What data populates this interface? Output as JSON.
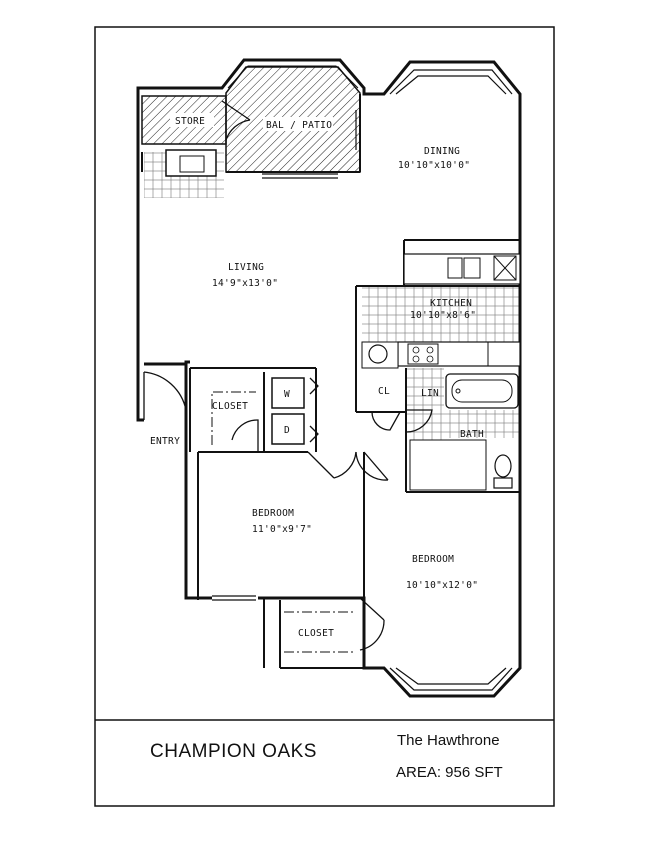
{
  "rooms": {
    "store": "STORE",
    "balcony": "BAL / PATIO",
    "dining": "DINING",
    "dining_size": "10'10\"x10'0\"",
    "living": "LIVING",
    "living_size": "14'9\"x13'0\"",
    "kitchen": "KITCHEN",
    "kitchen_size": "10'10\"x8'6\"",
    "closet_1": "CLOSET",
    "washer": "W",
    "dryer": "D",
    "cl": "CL",
    "linen": "LIN",
    "bath": "BATH",
    "entry": "ENTRY",
    "bedroom_1": "BEDROOM",
    "bedroom_1_size": "11'0\"x9'7\"",
    "bedroom_2": "BEDROOM",
    "bedroom_2_size": "10'10\"x12'0\"",
    "closet_2": "CLOSET"
  },
  "footer": {
    "community": "CHAMPION OAKS",
    "plan_name": "The Hawthrone",
    "area": "AREA: 956 SFT"
  }
}
